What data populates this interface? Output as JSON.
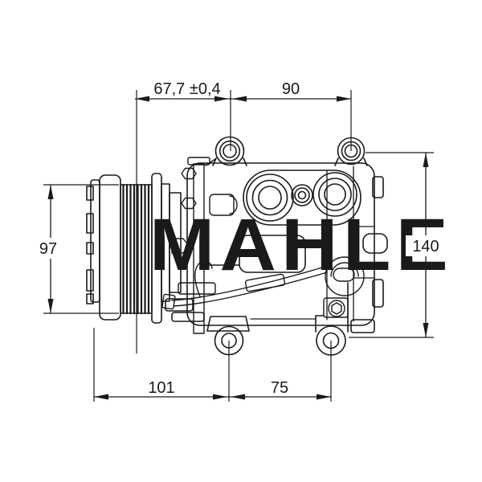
{
  "page": {
    "background": "#ffffff",
    "kind": "technical-dimension-drawing",
    "subject": "air-conditioning compressor, side view with pulley, mounting lugs and ports"
  },
  "watermark": {
    "text": "MAHLE",
    "color": "#d8d8d8"
  },
  "drawing": {
    "line_color": "#1a1a1a"
  },
  "dimensions": {
    "top_left": {
      "label": "67,7 ±0,4"
    },
    "top_right": {
      "label": "90"
    },
    "left": {
      "label": "97"
    },
    "right": {
      "label": "140"
    },
    "bottom_left": {
      "label": "101"
    },
    "bottom_right": {
      "label": "75"
    }
  }
}
